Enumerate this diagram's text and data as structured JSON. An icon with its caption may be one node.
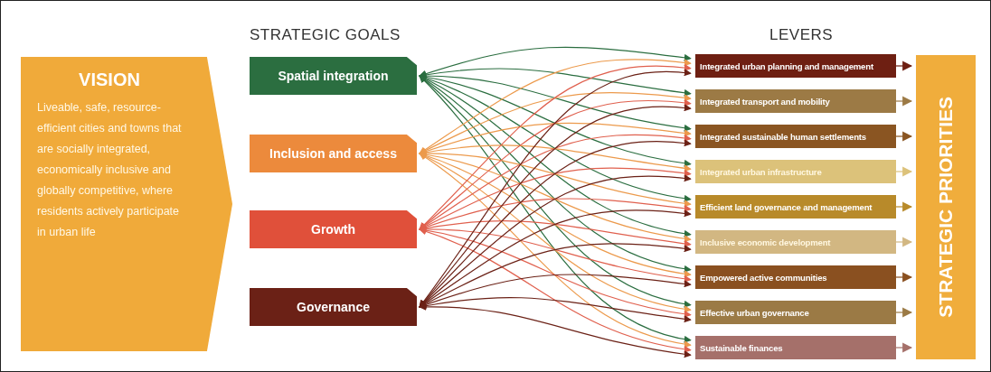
{
  "diagram": {
    "nodes": [
      {
        "text": [
          "VISION",
          "Liveable, safe, resource-efficient cities and towns that are socially integrated, economically inclusive and globally competitive, where residents actively participate in urban life"
        ]
      },
      {
        "text": [
          "Spatial integration"
        ]
      },
      {
        "text": [
          "Inclusion and access"
        ]
      },
      {
        "text": [
          "Growth"
        ]
      },
      {
        "text": [
          "Governance"
        ]
      },
      {
        "text": [
          "Integrated urban planning and management"
        ]
      },
      {
        "text": [
          "Integrated transport and mobility"
        ]
      },
      {
        "text": [
          "Integrated sustainable human settlements"
        ]
      },
      {
        "text": [
          "Integrated urban infrastructure"
        ]
      },
      {
        "text": [
          "Efficient land governance and management"
        ]
      },
      {
        "text": [
          "Inclusive economic development"
        ]
      },
      {
        "text": [
          "Empowered active communities"
        ]
      },
      {
        "text": [
          "Effective urban governance"
        ]
      },
      {
        "text": [
          "Sustainable finances"
        ]
      },
      {
        "text": [
          "STRATEGIC PRIORITIES"
        ]
      }
    ],
    "edges": [
      {
        "from": 1,
        "to": 5,
        "arrow": "both",
        "color": "#2b6e40"
      },
      {
        "from": 1,
        "to": 6,
        "arrow": "both",
        "color": "#2b6e40"
      },
      {
        "from": 1,
        "to": 7,
        "arrow": "both",
        "color": "#2b6e40"
      },
      {
        "from": 1,
        "to": 8,
        "arrow": "both",
        "color": "#2b6e40"
      },
      {
        "from": 1,
        "to": 9,
        "arrow": "both",
        "color": "#2b6e40"
      },
      {
        "from": 1,
        "to": 10,
        "arrow": "both",
        "color": "#2b6e40"
      },
      {
        "from": 1,
        "to": 11,
        "arrow": "both",
        "color": "#2b6e40"
      },
      {
        "from": 1,
        "to": 12,
        "arrow": "both",
        "color": "#2b6e40"
      },
      {
        "from": 1,
        "to": 13,
        "arrow": "both",
        "color": "#2b6e40"
      },
      {
        "from": 2,
        "to": 5,
        "arrow": "both",
        "color": "#ec9a4c"
      },
      {
        "from": 2,
        "to": 6,
        "arrow": "both",
        "color": "#ec9a4c"
      },
      {
        "from": 2,
        "to": 7,
        "arrow": "both",
        "color": "#ec9a4c"
      },
      {
        "from": 2,
        "to": 8,
        "arrow": "both",
        "color": "#ec9a4c"
      },
      {
        "from": 2,
        "to": 9,
        "arrow": "both",
        "color": "#ec9a4c"
      },
      {
        "from": 2,
        "to": 10,
        "arrow": "both",
        "color": "#ec9a4c"
      },
      {
        "from": 2,
        "to": 11,
        "arrow": "both",
        "color": "#ec9a4c"
      },
      {
        "from": 2,
        "to": 12,
        "arrow": "both",
        "color": "#ec9a4c"
      },
      {
        "from": 2,
        "to": 13,
        "arrow": "both",
        "color": "#ec9a4c"
      },
      {
        "from": 3,
        "to": 5,
        "arrow": "both",
        "color": "#e0604e"
      },
      {
        "from": 3,
        "to": 6,
        "arrow": "both",
        "color": "#e0604e"
      },
      {
        "from": 3,
        "to": 7,
        "arrow": "both",
        "color": "#e0604e"
      },
      {
        "from": 3,
        "to": 8,
        "arrow": "both",
        "color": "#e0604e"
      },
      {
        "from": 3,
        "to": 9,
        "arrow": "both",
        "color": "#e0604e"
      },
      {
        "from": 3,
        "to": 10,
        "arrow": "both",
        "color": "#e0604e"
      },
      {
        "from": 3,
        "to": 11,
        "arrow": "both",
        "color": "#e0604e"
      },
      {
        "from": 3,
        "to": 12,
        "arrow": "both",
        "color": "#e0604e"
      },
      {
        "from": 3,
        "to": 13,
        "arrow": "both",
        "color": "#e0604e"
      },
      {
        "from": 4,
        "to": 5,
        "arrow": "both",
        "color": "#6b2116"
      },
      {
        "from": 4,
        "to": 6,
        "arrow": "both",
        "color": "#6b2116"
      },
      {
        "from": 4,
        "to": 7,
        "arrow": "both",
        "color": "#6b2116"
      },
      {
        "from": 4,
        "to": 8,
        "arrow": "both",
        "color": "#6b2116"
      },
      {
        "from": 4,
        "to": 9,
        "arrow": "both",
        "color": "#6b2116"
      },
      {
        "from": 4,
        "to": 10,
        "arrow": "both",
        "color": "#6b2116"
      },
      {
        "from": 4,
        "to": 11,
        "arrow": "both",
        "color": "#6b2116"
      },
      {
        "from": 4,
        "to": 12,
        "arrow": "both",
        "color": "#6b2116"
      },
      {
        "from": 4,
        "to": 13,
        "arrow": "both",
        "color": "#6b2116"
      },
      {
        "from": 5,
        "to": 14,
        "arrow": "to",
        "color": "#6e1f12"
      },
      {
        "from": 6,
        "to": 14,
        "arrow": "to",
        "color": "#9c7a45"
      },
      {
        "from": 7,
        "to": 14,
        "arrow": "to",
        "color": "#8a5522"
      },
      {
        "from": 8,
        "to": 14,
        "arrow": "to",
        "color": "#dcc27a"
      },
      {
        "from": 9,
        "to": 14,
        "arrow": "to",
        "color": "#b88a2a"
      },
      {
        "from": 10,
        "to": 14,
        "arrow": "to",
        "color": "#d2b782"
      },
      {
        "from": 11,
        "to": 14,
        "arrow": "to",
        "color": "#8a5020"
      },
      {
        "from": 12,
        "to": 14,
        "arrow": "to",
        "color": "#9b7a45"
      },
      {
        "from": 13,
        "to": 14,
        "arrow": "to",
        "color": "#a5706a"
      }
    ],
    "labels": [
      "STRATEGIC GOALS",
      "LEVERS"
    ]
  }
}
